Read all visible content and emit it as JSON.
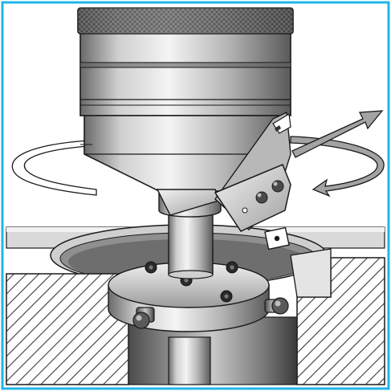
{
  "figure": {
    "components": [
      "frame-border",
      "workpiece-left",
      "workpiece-right",
      "bore-recess",
      "spindle-head",
      "knurled-cap",
      "boring-bar",
      "tool-holder-arm",
      "cutting-insert",
      "fixture-disk",
      "fixture-bolts",
      "locating-pins",
      "rotation-arrow-left",
      "rotation-arrow-right",
      "feed-arrow"
    ],
    "colors": {
      "frame": "#1fb6e6",
      "outline": "#1a1a1a",
      "hatch": "#3a3a3a",
      "metal_light": "#e8e8e8",
      "metal_mid": "#a9a9a9",
      "metal_dark": "#555555",
      "arrow_fill": "#9a9a9a",
      "background": "#ffffff"
    }
  }
}
